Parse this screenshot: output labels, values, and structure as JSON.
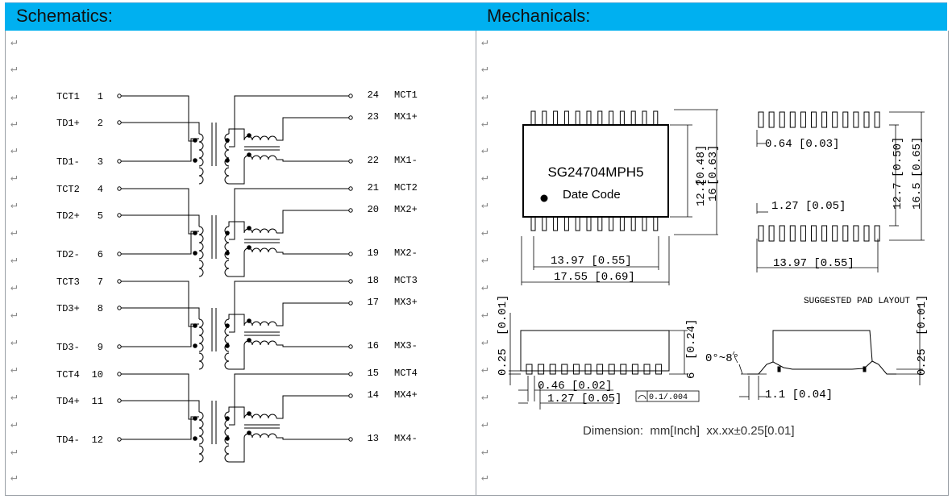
{
  "headers": {
    "left": "Schematics:",
    "right": "Mechanicals:"
  },
  "return_mark": "↵",
  "schematic": {
    "channels": [
      {
        "left": [
          [
            "TCT1",
            "1"
          ],
          [
            "TD1+",
            "2"
          ],
          [
            "TD1-",
            "3"
          ]
        ],
        "right": [
          [
            "24",
            "MCT1"
          ],
          [
            "23",
            "MX1+"
          ],
          [
            "22",
            "MX1-"
          ]
        ]
      },
      {
        "left": [
          [
            "TCT2",
            "4"
          ],
          [
            "TD2+",
            "5"
          ],
          [
            "TD2-",
            "6"
          ]
        ],
        "right": [
          [
            "21",
            "MCT2"
          ],
          [
            "20",
            "MX2+"
          ],
          [
            "19",
            "MX2-"
          ]
        ]
      },
      {
        "left": [
          [
            "TCT3",
            "7"
          ],
          [
            "TD3+",
            "8"
          ],
          [
            "TD3-",
            "9"
          ]
        ],
        "right": [
          [
            "18",
            "MCT3"
          ],
          [
            "17",
            "MX3+"
          ],
          [
            "16",
            "MX3-"
          ]
        ]
      },
      {
        "left": [
          [
            "TCT4",
            "10"
          ],
          [
            "TD4+",
            "11"
          ],
          [
            "TD4-",
            "12"
          ]
        ],
        "right": [
          [
            "15",
            "MCT4"
          ],
          [
            "14",
            "MX4+"
          ],
          [
            "13",
            "MX4-"
          ]
        ]
      }
    ]
  },
  "mechanical": {
    "part_number": "SG24704MPH5",
    "date_code": "Date Code",
    "pad_layout_title": "SUGGESTED PAD LAYOUT",
    "dim_body_h_in": "[0.48]",
    "dim_body_h_mm": "12.2",
    "dim_total_h_in": "[0.63]",
    "dim_total_h_mm": "16",
    "dim_body_w": "13.97 [0.55]",
    "dim_total_w": "17.55 [0.69]",
    "pad_w": "0.64 [0.03]",
    "pad_pitch": "1.27 [0.05]",
    "pad_span_w": "13.97 [0.55]",
    "pad_inner_mm": "12.7",
    "pad_inner_in": "[0.50]",
    "pad_outer_mm": "16.5",
    "pad_outer_in": "[0.65]",
    "side_standoff_mm": "0.25",
    "side_standoff_in": "[0.01]",
    "side_h_mm": "6",
    "side_h_in": "[0.24]",
    "lead_w": "0.46 [0.02]",
    "lead_pitch": "1.27 [0.05]",
    "coplanarity": "0.1/.004",
    "angle": "0°~8°",
    "foot_len": "1.1 [0.04]",
    "right_standoff_mm": "0.25",
    "right_standoff_in": "[0.01]",
    "dimension_note": "Dimension:  mm[Inch]  xx.xx±0.25[0.01]"
  }
}
